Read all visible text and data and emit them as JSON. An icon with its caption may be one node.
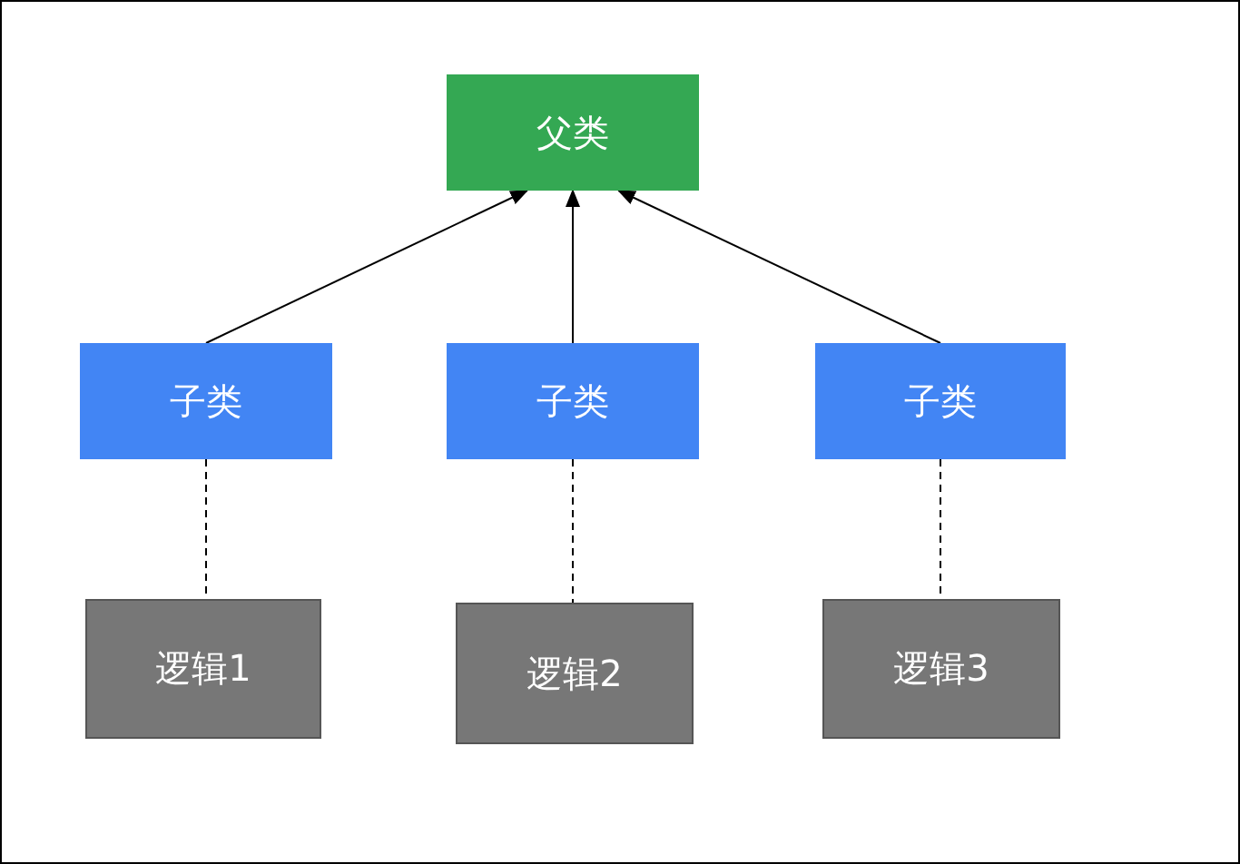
{
  "diagram": {
    "nodes": [
      {
        "text": [
          "父类"
        ]
      },
      {
        "text": [
          "子类"
        ]
      },
      {
        "text": [
          "子类"
        ]
      },
      {
        "text": [
          "子类"
        ]
      },
      {
        "text": [
          "逻辑1"
        ]
      },
      {
        "text": [
          "逻辑2"
        ]
      },
      {
        "text": [
          "逻辑3"
        ]
      }
    ],
    "edges": [
      {
        "from": 1,
        "to": 0,
        "arrow": "to"
      },
      {
        "from": 2,
        "to": 0,
        "arrow": "to"
      },
      {
        "from": 3,
        "to": 0,
        "arrow": "to"
      },
      {
        "from": 1,
        "to": 4,
        "arrow": "none",
        "style": "dashed"
      },
      {
        "from": 2,
        "to": 5,
        "arrow": "none",
        "style": "dashed"
      },
      {
        "from": 3,
        "to": 6,
        "arrow": "none",
        "style": "dashed"
      }
    ]
  }
}
